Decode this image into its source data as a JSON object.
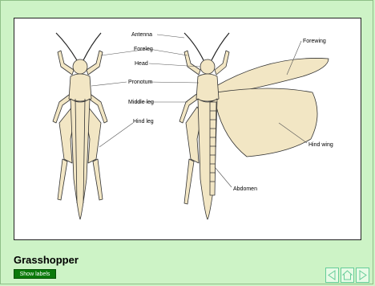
{
  "diagram": {
    "labels": {
      "antenna": "Antenna",
      "foreleg": "Foreleg",
      "head": "Head",
      "pronotum": "Pronotum",
      "middle_leg": "Middle leg",
      "hind_leg": "Hind leg",
      "forewing": "Forewing",
      "hind_wing": "Hind wing",
      "abdomen": "Abdomen"
    }
  },
  "caption": {
    "title": "Grasshopper"
  },
  "controls": {
    "show_labels": "Show labels"
  },
  "nav": {
    "prev_icon": "arrow-left-icon",
    "home_icon": "home-icon",
    "next_icon": "arrow-right-icon"
  },
  "colors": {
    "background": "#cdf3c6",
    "body_fill": "#f2e6c4",
    "button": "#0a7a0a"
  }
}
